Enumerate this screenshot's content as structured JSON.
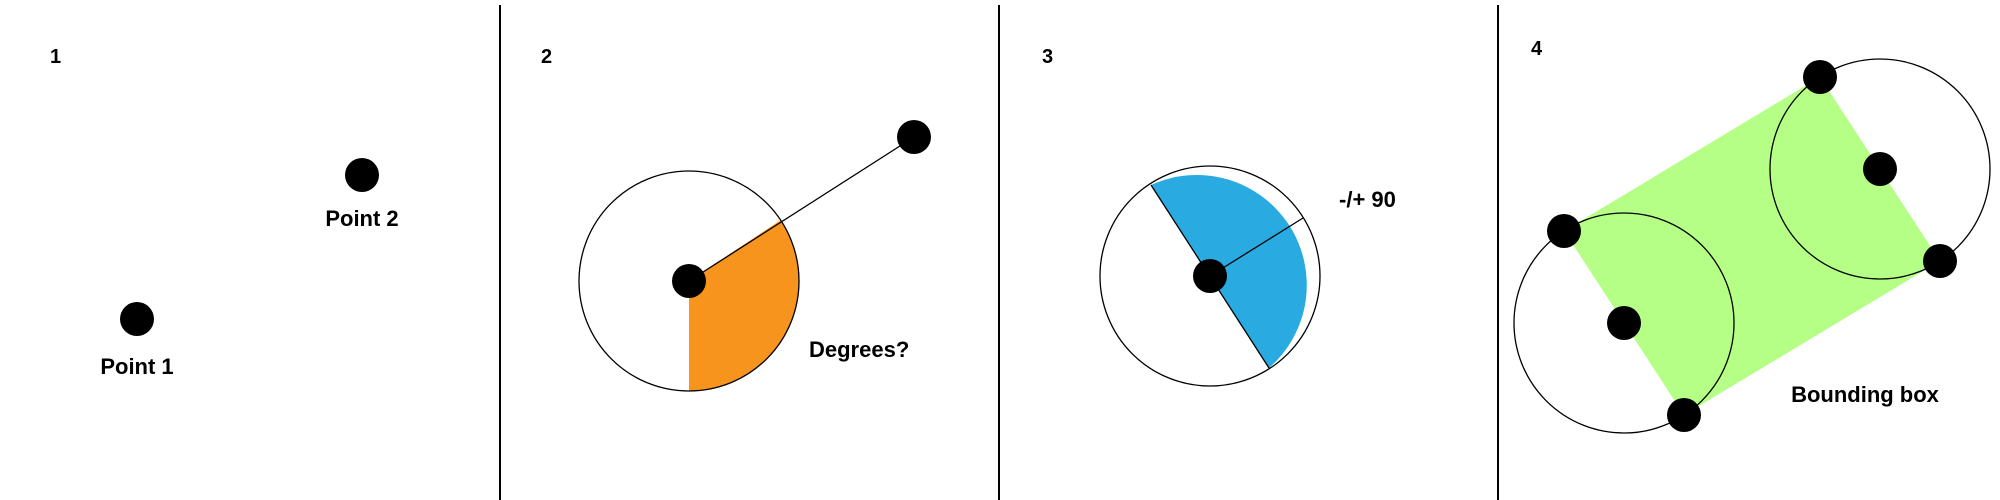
{
  "panels": [
    {
      "number": "1",
      "labels": {
        "point1": "Point 1",
        "point2": "Point 2"
      }
    },
    {
      "number": "2",
      "labels": {
        "question": "Degrees?"
      }
    },
    {
      "number": "3",
      "labels": {
        "rotation": "-/+ 90"
      }
    },
    {
      "number": "4",
      "labels": {
        "box": "Bounding box"
      }
    }
  ],
  "colors": {
    "angle_sector": "#F7941D",
    "rotated_half": "#29ABE2",
    "bounding_box": "#B5FF87",
    "ink": "#000000"
  }
}
